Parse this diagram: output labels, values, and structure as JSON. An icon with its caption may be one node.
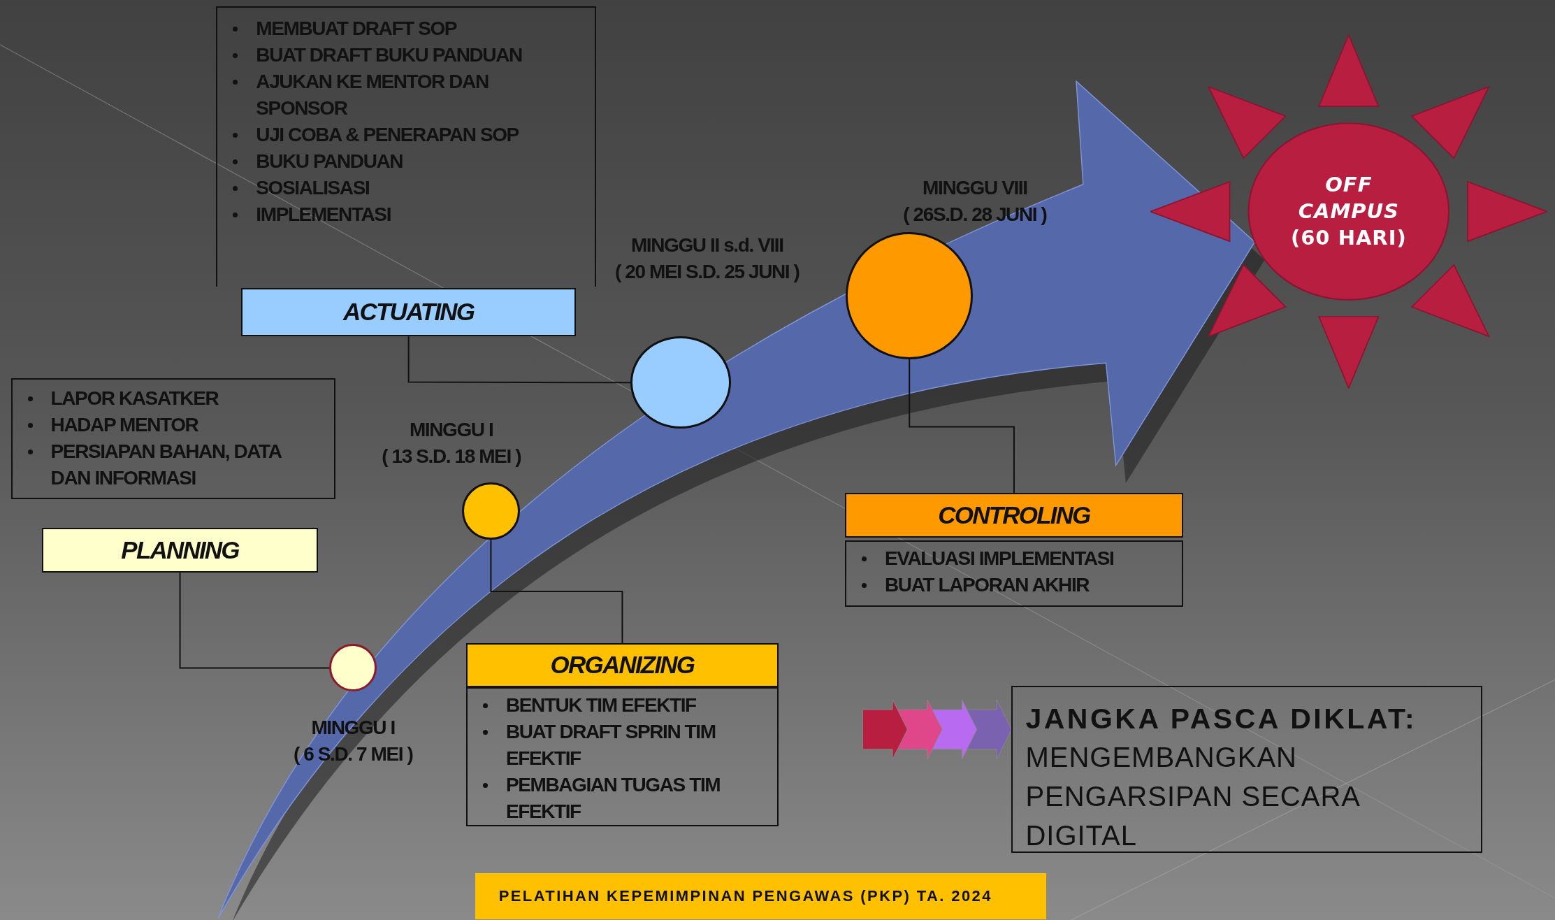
{
  "diagram": {
    "nodes": [
      {
        "text": [
          "MEMBUAT DRAFT SOP",
          "BUAT DRAFT BUKU PANDUAN",
          "AJUKAN KE MENTOR DAN SPONSOR",
          "UJI COBA & PENERAPAN SOP",
          "BUKU PANDUAN",
          "SOSIALISASI",
          "IMPLEMENTASI"
        ]
      },
      {
        "text": [
          "ACTUATING"
        ]
      },
      {
        "text": [
          "LAPOR KASATKER",
          "HADAP MENTOR",
          "PERSIAPAN BAHAN, DATA DAN INFORMASI"
        ]
      },
      {
        "text": [
          "PLANNING"
        ]
      },
      {
        "text": [],
        "shape": "circle",
        "beside": [
          "MINGGU I",
          "( 6 S.D. 7 MEI )"
        ]
      },
      {
        "text": [],
        "shape": "circle",
        "beside": [
          "MINGGU I",
          "( 13 S.D. 18 MEI )"
        ]
      },
      {
        "text": [],
        "shape": "circle",
        "beside": [
          "MINGGU II s.d. VIII",
          "( 20 MEI S.D. 25 JUNI )"
        ]
      },
      {
        "text": [],
        "shape": "circle",
        "beside": [
          "MINGGU VIII",
          "( 26S.D. 28 JUNI )"
        ]
      },
      {
        "text": [
          "ORGANIZING"
        ]
      },
      {
        "text": [
          "BENTUK TIM EFEKTIF",
          "BUAT DRAFT SPRIN TIM EFEKTIF",
          "PEMBAGIAN TUGAS TIM EFEKTIF"
        ]
      },
      {
        "text": [
          "CONTROLING"
        ]
      },
      {
        "text": [
          "EVALUASI IMPLEMENTASI",
          "BUAT LAPORAN AKHIR"
        ]
      },
      {
        "text": [
          "OFF CAMPUS",
          "(60 HARI)"
        ]
      },
      {
        "text": [
          "JANGKA PASCA DIKLAT:",
          "MENGEMBANGKAN PENGARSIPAN SECARA DIGITAL"
        ]
      },
      {
        "text": [
          "PELATIHAN KEPEMIMPINAN PENGAWAS (PKP) TA. 2024"
        ]
      }
    ],
    "edges": [
      {
        "from": 1,
        "to": 6,
        "arrow": "none"
      },
      {
        "from": 3,
        "to": 4,
        "arrow": "none"
      },
      {
        "from": 5,
        "to": 8,
        "arrow": "none"
      },
      {
        "from": 7,
        "to": 10,
        "arrow": "none"
      },
      {
        "from": null,
        "to": 12,
        "arrow": "to",
        "style": "thick",
        "color": "#5569aa"
      },
      {
        "from": null,
        "to": 13,
        "arrow": "to"
      }
    ]
  }
}
